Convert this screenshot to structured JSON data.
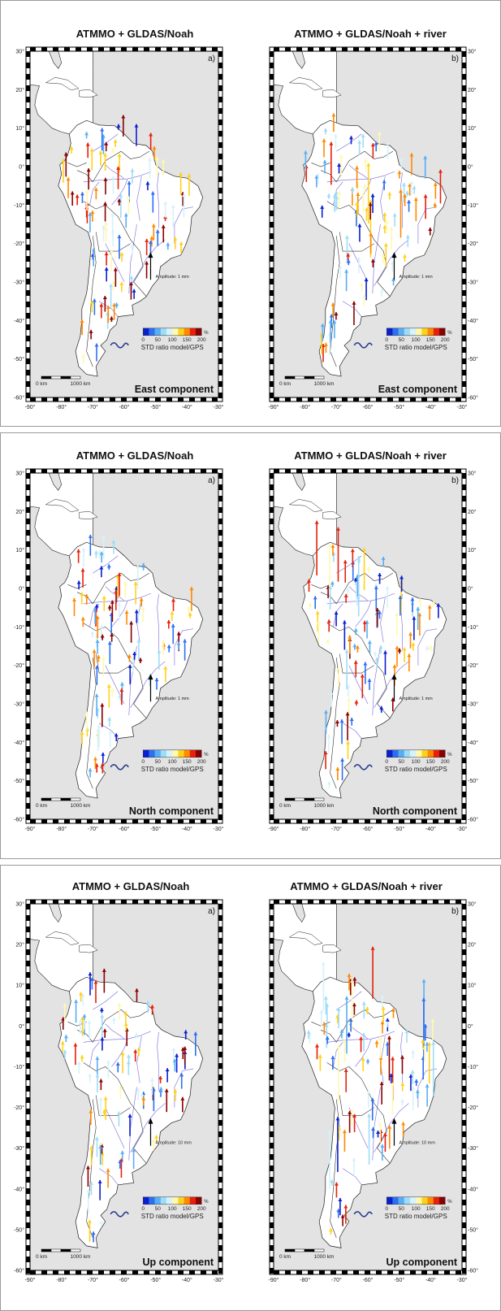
{
  "figures": [
    {
      "component": "East component",
      "panels": [
        {
          "title": "ATMMO + GLDAS/Noah",
          "letter": "a)"
        },
        {
          "title": "ATMMO + GLDAS/Noah + river",
          "letter": "b)"
        }
      ],
      "amplitude_label": "Amplitude: 1 mm"
    },
    {
      "component": "North component",
      "panels": [
        {
          "title": "ATMMO + GLDAS/Noah",
          "letter": "a)"
        },
        {
          "title": "ATMMO + GLDAS/Noah + river",
          "letter": "b)"
        }
      ],
      "amplitude_label": "Amplitude: 1 mm"
    },
    {
      "component": "Up component",
      "panels": [
        {
          "title": "ATMMO + GLDAS/Noah",
          "letter": "a)"
        },
        {
          "title": "ATMMO + GLDAS/Noah + river",
          "letter": "b)"
        }
      ],
      "amplitude_label": "Amplitude: 10 mm"
    }
  ],
  "lon_ticks": [
    "-90°",
    "-80°",
    "-70°",
    "-60°",
    "-50°",
    "-40°",
    "-30°"
  ],
  "lat_ticks": [
    "30°",
    "20°",
    "10°",
    "0°",
    "-10°",
    "-20°",
    "-30°",
    "-40°",
    "-50°",
    "-60°"
  ],
  "colorbar": {
    "unit": "%",
    "ticks": [
      "0",
      "50",
      "100",
      "150",
      "200"
    ],
    "label": "STD ratio model/GPS",
    "colors": [
      "#0a1fd0",
      "#2e6ff0",
      "#58aef5",
      "#9fdcf8",
      "#d6f2fb",
      "#fff8b0",
      "#ffd21a",
      "#ff8a00",
      "#e8200a",
      "#8a0000"
    ]
  },
  "scale_bar": {
    "start": "0 km",
    "end": "1000 km"
  },
  "colors": {
    "ocean": "#e3e3e3",
    "land": "#ffffff",
    "river": "#8a7ee0",
    "border": "#333333"
  },
  "logo": "logo-icon"
}
